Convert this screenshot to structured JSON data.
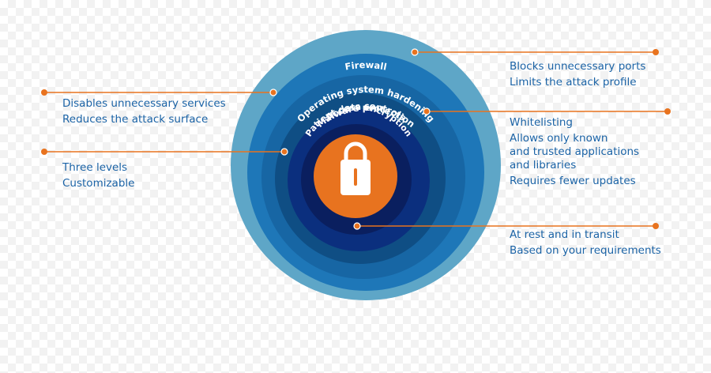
{
  "rings": [
    {
      "label": "Firewall"
    },
    {
      "label": "Operating system hardening"
    },
    {
      "label": "Malware protection"
    },
    {
      "label": "Access controls"
    },
    {
      "label": "Patient data encryption"
    }
  ],
  "center_icon": "lock-icon",
  "colors": {
    "ring1": "#5ea6c7",
    "ring2": "#1e77b8",
    "ring3": "#1766a4",
    "ring4": "#0f4e84",
    "ring5": "#0b2f7e",
    "ring6": "#0a1f5f",
    "center": "#e8731f",
    "connector": "#e8731f",
    "note_text": "#1b63a6"
  },
  "notes": {
    "firewall": [
      "Blocks unnecessary ports",
      "Limits the attack profile"
    ],
    "os_hardening": [
      "Disables unnecessary services",
      "Reduces the attack surface"
    ],
    "malware": [
      "Whitelisting",
      "Allows only known",
      "and trusted applications",
      "and libraries",
      "Requires fewer updates"
    ],
    "access": [
      "Three levels",
      "Customizable"
    ],
    "encryption": [
      "At rest and in transit",
      "Based on your requirements"
    ]
  }
}
